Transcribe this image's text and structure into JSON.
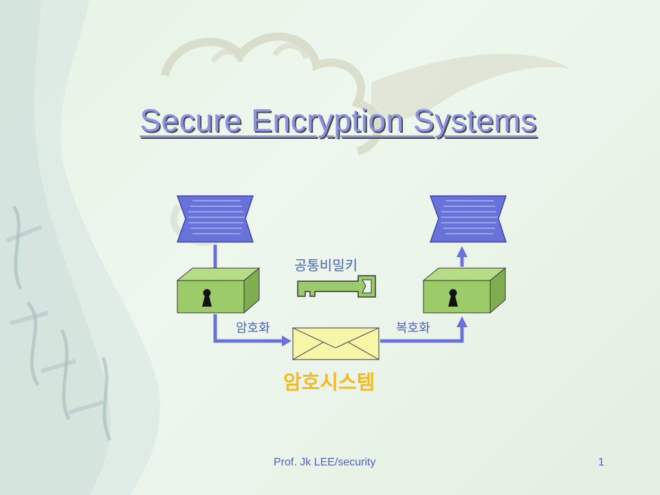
{
  "slide": {
    "title": "Secure Encryption Systems",
    "diagram": {
      "key_label": "공통비밀키",
      "encrypt_label": "암호화",
      "decrypt_label": "복호화",
      "system_label": "암호시스템"
    },
    "footer": {
      "author": "Prof. Jk LEE/security",
      "page_number": "1"
    }
  },
  "colors": {
    "background": "#e8f4e8",
    "title": "#8d93e3",
    "label": "#4a63b8",
    "system_label": "#f2bc1e",
    "document": "#6872d8",
    "lockbox": "#9ccc6a",
    "envelope": "#f7f5a8",
    "key": "#9ccc6a",
    "arrow": "#6872d8"
  },
  "icons": [
    "plaintext-document-icon",
    "ciphertext-document-icon",
    "lockbox-icon",
    "key-icon",
    "envelope-icon",
    "keyhole-icon"
  ]
}
